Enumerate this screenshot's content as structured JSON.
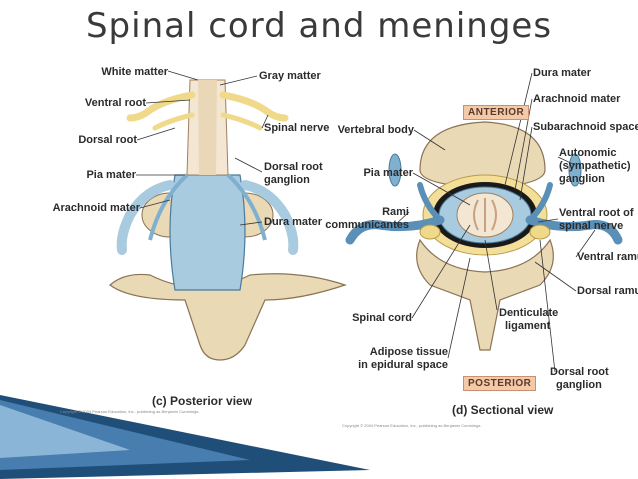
{
  "title": "Spinal cord and meninges",
  "left_figure": {
    "caption": "(c) Posterior view",
    "copyright": "Copyright © 2004 Pearson Education, Inc., publishing as Benjamin Cummings.",
    "labels": {
      "white_matter": "White matter",
      "ventral_root": "Ventral root",
      "dorsal_root": "Dorsal root",
      "pia_mater": "Pia mater",
      "arachnoid_mater": "Arachnoid mater",
      "gray_matter": "Gray matter",
      "spinal_nerve": "Spinal nerve",
      "dorsal_root_ganglion_1": "Dorsal root",
      "dorsal_root_ganglion_2": "ganglion",
      "dura_mater": "Dura mater"
    }
  },
  "right_figure": {
    "caption": "(d) Sectional view",
    "copyright": "Copyright © 2004 Pearson Education, Inc., publishing as Benjamin Cummings.",
    "anterior": "ANTERIOR",
    "posterior": "POSTERIOR",
    "labels": {
      "vertebral_body": "Vertebral body",
      "pia_mater": "Pia mater",
      "rami_1": "Rami",
      "rami_2": "communicantes",
      "spinal_cord": "Spinal cord",
      "adipose_1": "Adipose tissue",
      "adipose_2": "in epidural space",
      "dura_mater": "Dura mater",
      "arachnoid_mater": "Arachnoid mater",
      "subarachnoid_space": "Subarachnoid space",
      "autonomic_1": "Autonomic",
      "autonomic_2": "(sympathetic)",
      "autonomic_3": "ganglion",
      "ventral_root_1": "Ventral root of",
      "ventral_root_2": "spinal nerve",
      "ventral_ramus": "Ventral ramus",
      "dorsal_ramus": "Dorsal ramus",
      "denticulate_1": "Denticulate",
      "denticulate_2": "ligament",
      "drg_1": "Dorsal root",
      "drg_2": "ganglion"
    }
  },
  "colors": {
    "bone": "#ead9b5",
    "dura": "#a9cbe0",
    "nerve": "#f0d98a",
    "cord": "#f3e6d2",
    "accent_blue": "#1f4e79"
  }
}
